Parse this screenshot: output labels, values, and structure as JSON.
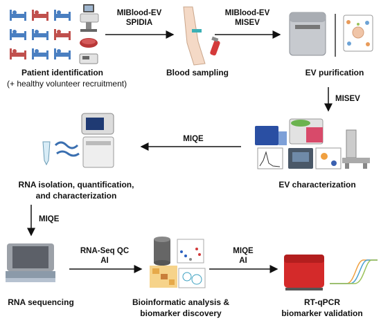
{
  "stages": {
    "patient": {
      "title": "Patient identification",
      "subtitle": "(+ healthy volunteer recruitment)"
    },
    "blood": {
      "title": "Blood sampling"
    },
    "purification": {
      "title": "EV purification"
    },
    "characterization": {
      "title": "EV characterization"
    },
    "rna_isolation": {
      "line1": "RNA isolation, quantification,",
      "line2": "and characterization"
    },
    "sequencing": {
      "title": "RNA sequencing"
    },
    "bioinformatics": {
      "line1": "Bioinformatic analysis &",
      "line2": "biomarker discovery"
    },
    "rtqpcr": {
      "line1": "RT-qPCR",
      "line2": "biomarker validation"
    }
  },
  "arrows": {
    "a1": {
      "line1": "MIBlood-EV",
      "line2": "SPIDIA"
    },
    "a2": {
      "line1": "MIBlood-EV",
      "line2": "MISEV"
    },
    "a3": {
      "line1": "MISEV"
    },
    "a4": {
      "line1": "MIQE"
    },
    "a5": {
      "line1": "MIQE"
    },
    "a6": {
      "line1": "RNA-Seq QC",
      "line2": "AI"
    },
    "a7": {
      "line1": "MIQE",
      "line2": "AI"
    }
  },
  "colors": {
    "bed_blue": "#4a7fc1",
    "bed_red": "#c0504d",
    "accent_red": "#d42a2a",
    "grey": "#b9bcc2"
  }
}
